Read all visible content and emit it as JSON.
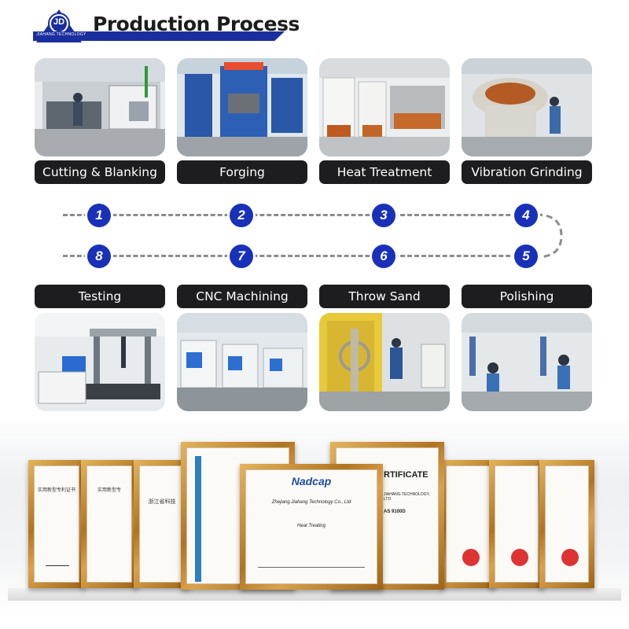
{
  "header": {
    "logo_text": "JD",
    "logo_sub": "JIAHANG TECHNOLOGY",
    "title": "Production Process"
  },
  "process": {
    "top": [
      {
        "label": "Cutting & Blanking",
        "step": "1"
      },
      {
        "label": "Forging",
        "step": "2"
      },
      {
        "label": "Heat Treatment",
        "step": "3"
      },
      {
        "label": "Vibration Grinding",
        "step": "4"
      }
    ],
    "bottom": [
      {
        "label": "Testing",
        "step": "8"
      },
      {
        "label": "CNC Machining",
        "step": "7"
      },
      {
        "label": "Throw Sand",
        "step": "6"
      },
      {
        "label": "Polishing",
        "step": "5"
      }
    ]
  },
  "certificates": {
    "nadcap_logo": "Nadcap",
    "nadcap_company": "Zhejiang Jiahang Technology Co., Ltd",
    "nadcap_process": "Heat Treating",
    "cert_heading": "RTIFICATE",
    "cert_company": "JIAHANG TECHNOLOGY, LTD",
    "cert_standard": "AS 9100D",
    "patent_title": "实用新型专利证书",
    "cn_cert_title": "浙江省科技"
  },
  "colors": {
    "brand_blue": "#1a2e9e",
    "label_bg": "#1d1d1f",
    "step_blue": "#1930b8",
    "frame_gold": "#c98a2e"
  }
}
